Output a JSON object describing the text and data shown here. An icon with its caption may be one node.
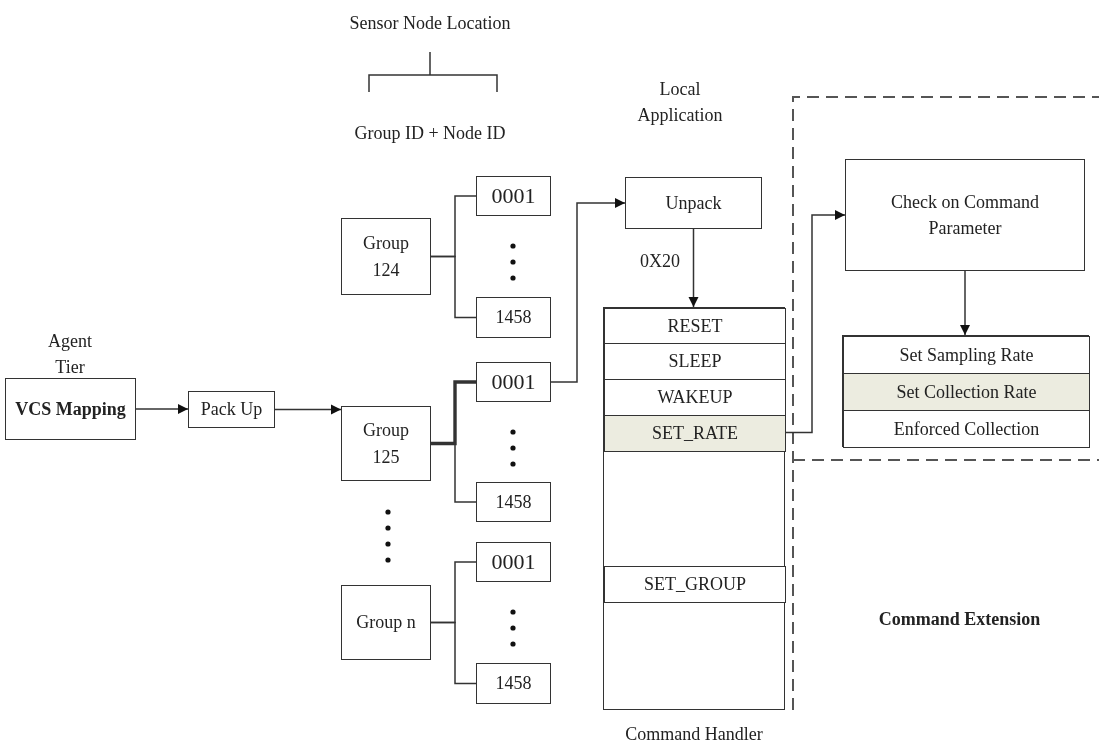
{
  "diagram": {
    "nodes": [
      {
        "text": [
          "VCS Mapping"
        ]
      },
      {
        "text": [
          "Pack Up"
        ]
      },
      {
        "text": [
          "Group 124"
        ]
      },
      {
        "text": [
          "0001"
        ]
      },
      {
        "text": [
          "1458"
        ]
      },
      {
        "text": [
          "Group 125"
        ]
      },
      {
        "text": [
          "0001"
        ]
      },
      {
        "text": [
          "1458"
        ]
      },
      {
        "text": [
          "Group n"
        ]
      },
      {
        "text": [
          "0001"
        ]
      },
      {
        "text": [
          "1458"
        ]
      },
      {
        "text": [
          "Unpack"
        ]
      },
      {
        "text": [
          "Command Handler"
        ]
      },
      {
        "text": [
          "RESET"
        ],
        "in": 12
      },
      {
        "text": [
          "SLEEP"
        ],
        "in": 12
      },
      {
        "text": [
          "WAKEUP"
        ],
        "in": 12
      },
      {
        "text": [
          "SET_RATE"
        ],
        "in": 12
      },
      {
        "text": [
          "SET_GROUP"
        ],
        "in": 12
      },
      {
        "text": [
          "Check on Command Parameter"
        ]
      },
      {
        "text": [],
        "shape": "box"
      },
      {
        "text": [
          "Set Sampling Rate"
        ],
        "in": 19
      },
      {
        "text": [
          "Set Collection Rate"
        ],
        "in": 19
      },
      {
        "text": [
          "Enforced Collection"
        ],
        "in": 19
      }
    ],
    "edges": [
      {
        "from": 0,
        "to": 1,
        "arrow": "to"
      },
      {
        "from": 1,
        "to": 5,
        "arrow": "to"
      },
      {
        "from": 2,
        "to": 3,
        "arrow": "none"
      },
      {
        "from": 2,
        "to": 4,
        "arrow": "none"
      },
      {
        "from": 5,
        "to": 6,
        "arrow": "none",
        "style": "thick"
      },
      {
        "from": 5,
        "to": 7,
        "arrow": "none"
      },
      {
        "from": 8,
        "to": 9,
        "arrow": "none"
      },
      {
        "from": 8,
        "to": 10,
        "arrow": "none"
      },
      {
        "from": 6,
        "to": 11,
        "arrow": "to"
      },
      {
        "from": 11,
        "to": 12,
        "arrow": "to",
        "label": "0X20"
      },
      {
        "from": 16,
        "to": 18,
        "arrow": "to"
      },
      {
        "from": 18,
        "to": 19,
        "arrow": "to"
      }
    ],
    "labels": [
      "Sensor Node Location",
      "Group ID + Node ID",
      "Local Application",
      "Agent Tier",
      "Command Extension"
    ]
  }
}
